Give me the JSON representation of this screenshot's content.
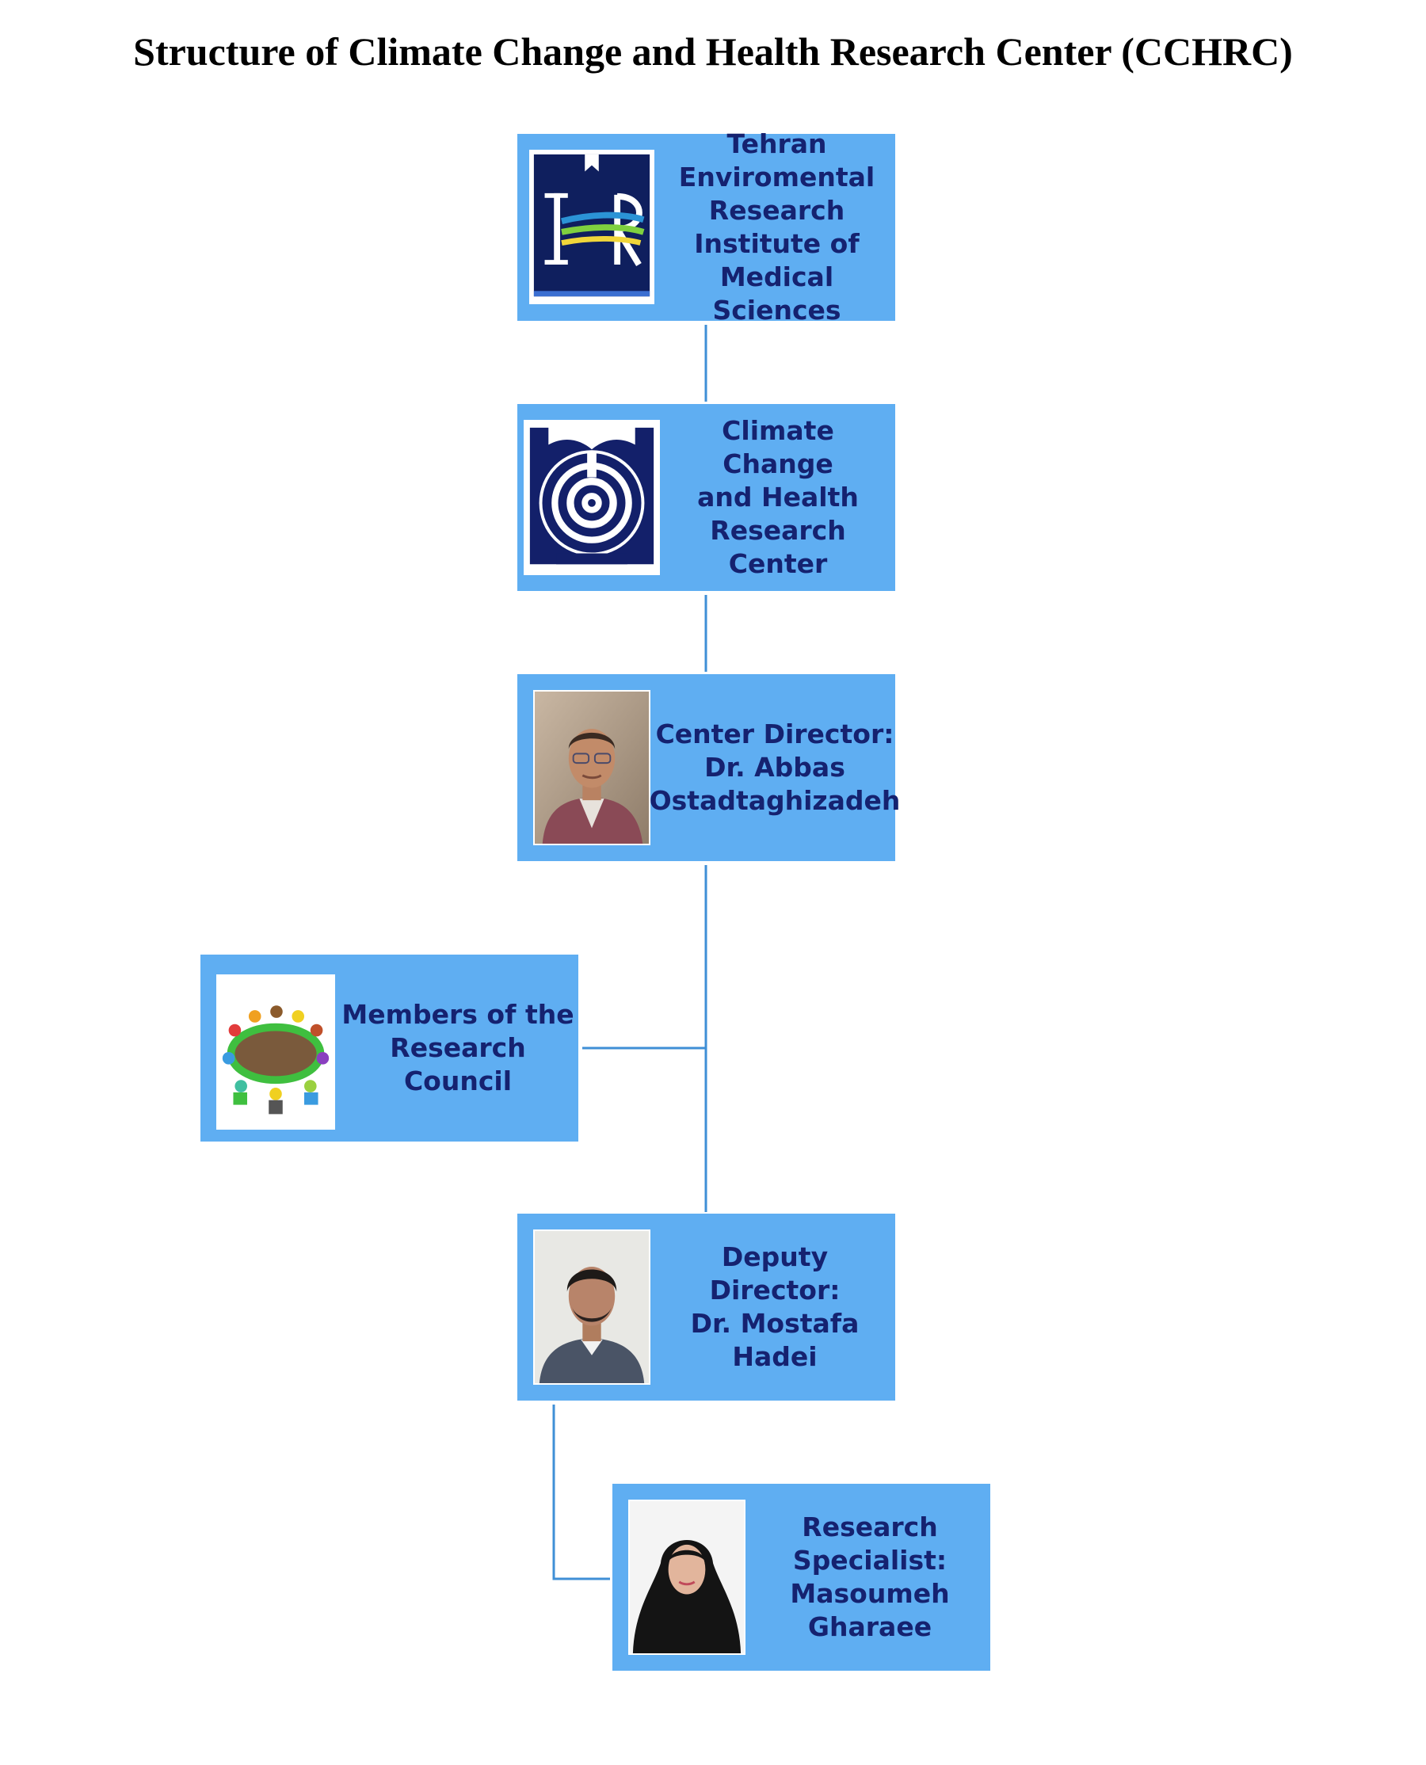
{
  "title": "Structure of Climate Change and Health Research Center (CCHRC)",
  "colors": {
    "node_fill": "#5faef2",
    "node_text": "#152270",
    "connector": "#3f8fd6"
  },
  "nodes": [
    {
      "id": "institute",
      "image": "institute-logo",
      "lines": [
        "Tehran",
        "Enviromental",
        "Research",
        "Institute of",
        "Medical Sciences"
      ]
    },
    {
      "id": "center",
      "image": "center-logo",
      "lines": [
        "Climate Change",
        "and Health",
        "Research Center"
      ]
    },
    {
      "id": "director",
      "image": "director-photo",
      "lines": [
        "Center Director:",
        "Dr. Abbas",
        "Ostadtaghizadeh"
      ]
    },
    {
      "id": "council",
      "image": "council-meeting-icon",
      "lines": [
        "Members of the",
        "Research Council"
      ]
    },
    {
      "id": "deputy",
      "image": "deputy-photo",
      "lines": [
        "Deputy Director:",
        "Dr. Mostafa",
        "Hadei"
      ]
    },
    {
      "id": "specialist",
      "image": "specialist-photo",
      "lines": [
        "Research",
        "Specialist:",
        "Masoumeh",
        "Gharaee"
      ]
    }
  ]
}
